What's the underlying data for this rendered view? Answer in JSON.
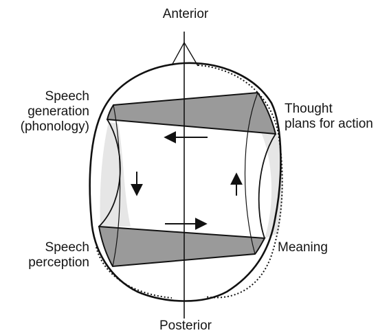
{
  "labels": {
    "anterior": "Anterior",
    "posterior": "Posterior",
    "speech_generation": [
      "Speech",
      "generation",
      "(phonology)"
    ],
    "thought_plans": [
      "Thought",
      "plans for action"
    ],
    "speech_perception": [
      "Speech",
      "perception"
    ],
    "meaning": "Meaning"
  },
  "colors": {
    "outline": "#111111",
    "band_fill": "#9a9a9a",
    "side_fill": "#e6e6e6",
    "background": "#ffffff"
  },
  "icons": {
    "top_arrow": "arrow-left-icon",
    "bottom_arrow": "arrow-right-icon",
    "left_arrow": "arrow-down-icon",
    "right_arrow": "arrow-up-icon"
  }
}
